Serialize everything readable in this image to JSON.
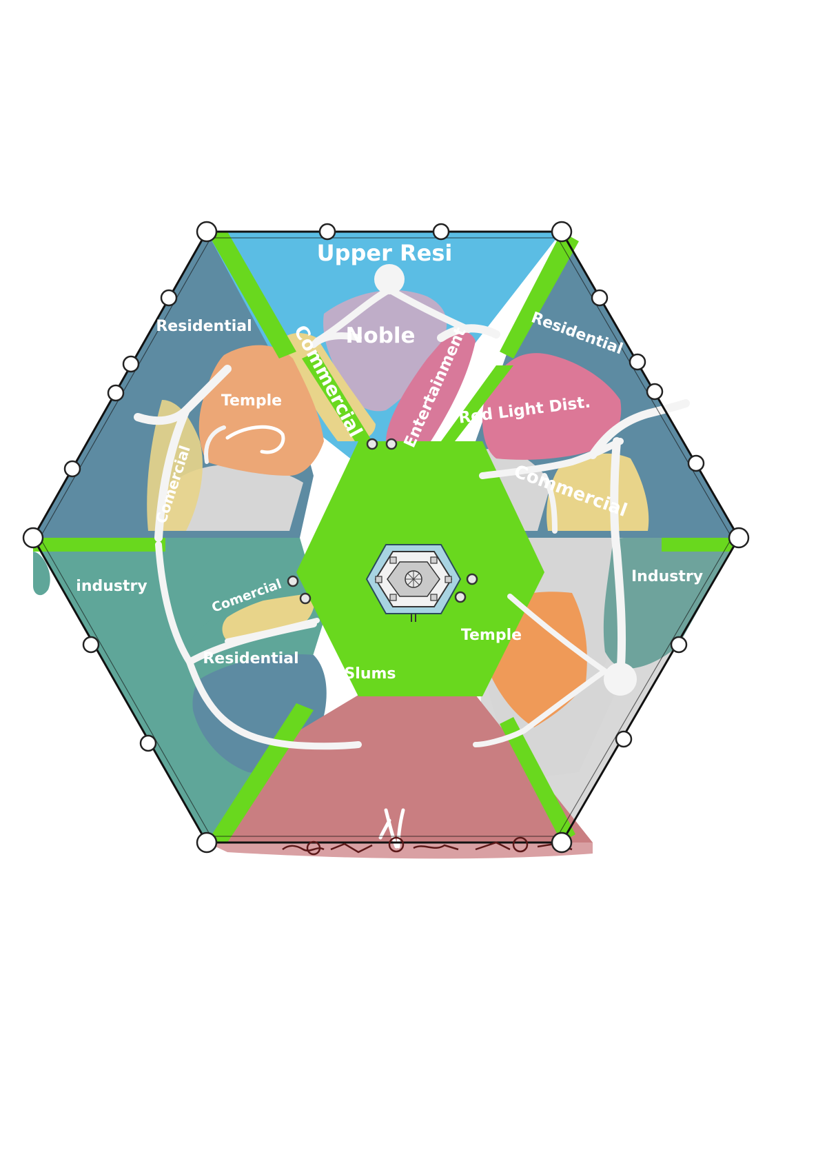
{
  "map": {
    "districts": {
      "upper_residential": "Upper Resi",
      "noble": "Noble",
      "commercial_north": "Commercial",
      "entertainment": "Entertainment",
      "residential_nw": "Residential",
      "residential_ne": "Residential",
      "temple_nw": "Temple",
      "comercial_west": "Comercial",
      "red_light": "Red Light Dist.",
      "commercial_east": "Commercial",
      "industry_west": "industry",
      "industry_east": "Industry",
      "comercial_sw": "Comercial",
      "residential_sw": "Residential",
      "temple_se": "Temple",
      "slums": "Slums"
    },
    "colors": {
      "upper_residential": "#5bbde4",
      "noble": "#bfadc8",
      "commercial": "#e8d48a",
      "entertainment": "#d8799a",
      "residential": "#5d8ba2",
      "temple": "#eca776",
      "temple_se": "#ef9a58",
      "red_light": "#dc7897",
      "industry": "#5fa699",
      "slums": "#c97e81",
      "park_green": "#69d81e",
      "road": "#f4f4f4",
      "empty_land": "#d6d6d6"
    }
  }
}
